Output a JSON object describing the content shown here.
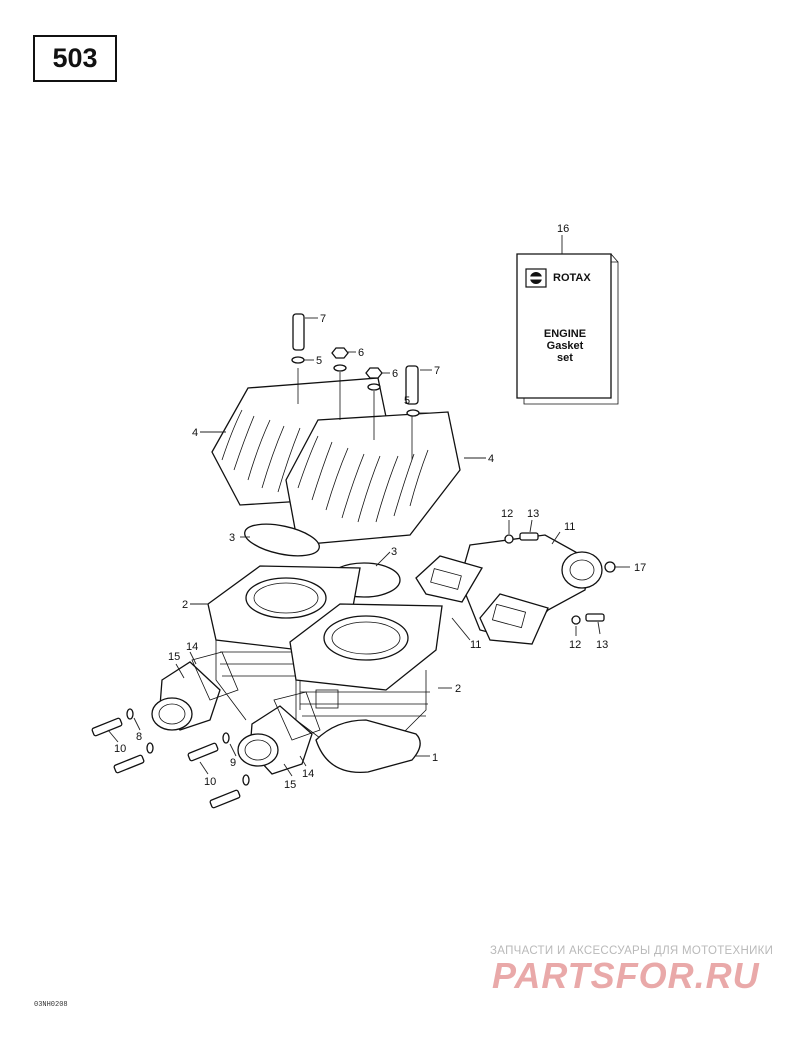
{
  "page": {
    "number": "503",
    "figure_code": "03NH0208"
  },
  "kit": {
    "brand": "ROTAX",
    "lines": [
      "ENGINE",
      "Gasket",
      "set"
    ]
  },
  "callouts": [
    "1",
    "2",
    "2",
    "3",
    "3",
    "4",
    "4",
    "5",
    "5",
    "6",
    "6",
    "7",
    "7",
    "8",
    "9",
    "10",
    "10",
    "11",
    "11",
    "12",
    "12",
    "13",
    "13",
    "14",
    "14",
    "15",
    "15",
    "16",
    "17"
  ],
  "watermark": {
    "top": "ЗАПЧАСТИ И АКСЕССУАРЫ ДЛЯ МОТОТЕХНИКИ",
    "main": "PARTSFOR.RU"
  }
}
